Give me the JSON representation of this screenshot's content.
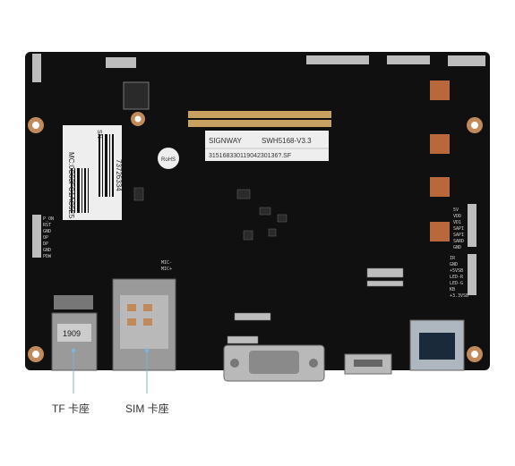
{
  "colors": {
    "pcb": "#101010",
    "pad_gold": "#c08a5a",
    "copper": "#b8683a",
    "silk": "#d6d6d6",
    "label_white": "#eeeeee",
    "metal": "#b9b9b9",
    "callout_line": "#7fb3d6"
  },
  "board": {
    "brand": "SIGNWAY",
    "model": "SWH5168-V3.3",
    "serial_code": "31516833011904230136?.SF",
    "rohs": "RoHS"
  },
  "mac_label": {
    "sn_prefix": "SN",
    "sn": "73726334",
    "mac": "MC:0C63FC1AC5E5"
  },
  "silkscreen": {
    "left_pins": [
      "P_ON",
      "RST",
      "GND",
      "OP",
      "DP",
      "GND",
      "PDW"
    ],
    "right_pins_top": [
      "5V",
      "VDD",
      "VD1",
      "SAPI",
      "SAPI",
      "SARD",
      "GND"
    ],
    "right_pins_bottom": [
      "IR",
      "GND",
      "+5VSB",
      "LED-R",
      "LED-G",
      "KB",
      "+3.3VSB"
    ],
    "mic": [
      "MIC-",
      "MIC+"
    ],
    "tf_card_mark": "1909"
  },
  "callouts": [
    {
      "label": "TF 卡座"
    },
    {
      "label": "SIM 卡座"
    }
  ]
}
